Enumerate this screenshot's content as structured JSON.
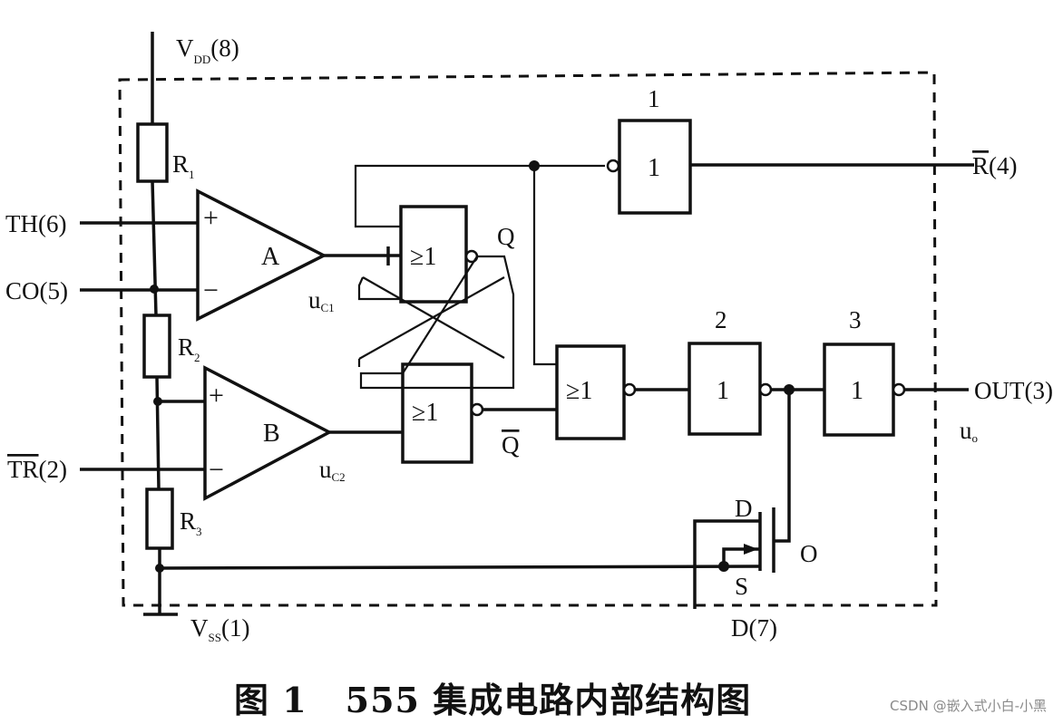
{
  "pins": {
    "vdd": {
      "main": "V",
      "sub": "DD",
      "num": "(8)"
    },
    "th": "TH(6)",
    "co": "CO(5)",
    "tr_bar": "TR",
    "tr_num": "(2)",
    "r_bar": "R",
    "r_num": "(4)",
    "out": "OUT(3)",
    "vss": {
      "main": "V",
      "sub": "SS",
      "num": "(1)"
    },
    "discharge": "D(7)"
  },
  "resistors": {
    "r1": "R",
    "r1_sub": "1",
    "r2": "R",
    "r2_sub": "2",
    "r3": "R",
    "r3_sub": "3"
  },
  "comparators": {
    "a": {
      "label": "A",
      "plus": "+",
      "minus": "−",
      "out_main": "u",
      "out_sub": "C1"
    },
    "b": {
      "label": "B",
      "plus": "+",
      "minus": "−",
      "out_main": "u",
      "out_sub": "C2"
    }
  },
  "gates": {
    "or_symbol": "≥1",
    "not_symbol": "1",
    "q": "Q",
    "q_bar": "Q",
    "g1": "1",
    "g2": "2",
    "g3": "3"
  },
  "transistor": {
    "d": "D",
    "s": "S",
    "o": "O"
  },
  "out_node": {
    "main": "u",
    "sub": "o"
  },
  "caption": {
    "fig": "图 1",
    "title": "555 集成电路内部结构图"
  },
  "watermark": "CSDN @嵌入式小白-小黑"
}
